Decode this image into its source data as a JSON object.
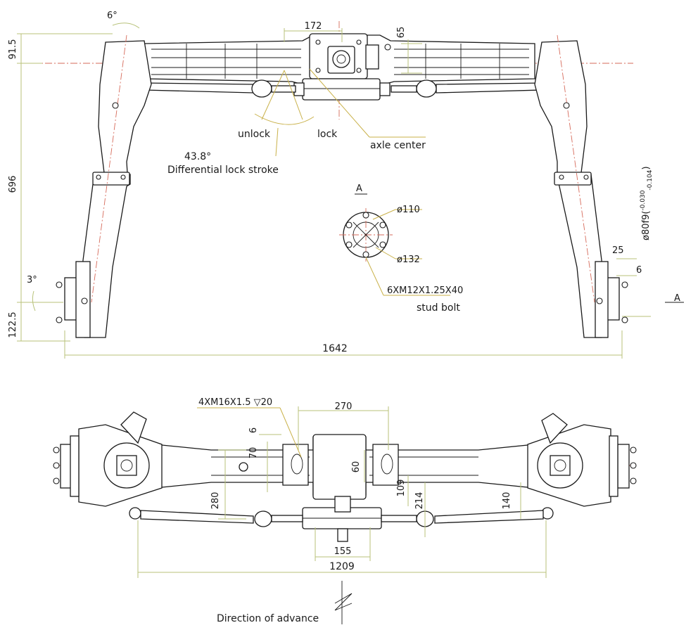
{
  "top_view": {
    "dim_top_width": "172",
    "dim_top_height": "65",
    "dim_left_top": "91.5",
    "dim_left_height": "696",
    "dim_left_bottom": "122.5",
    "dim_track": "1642",
    "angle_top": "6°",
    "angle_bottom": "3°",
    "label_unlock": "unlock",
    "label_lock": "lock",
    "label_axle_center": "axle center",
    "label_stroke_value": "43.8°",
    "label_stroke_text": "Differential lock stroke",
    "dim_hub_fit": "ø80f9(",
    "dim_hub_fit_upper": "-0.030",
    "dim_hub_fit_lower": "-0.104",
    "dim_hub_fit_close": ")",
    "dim_25": "25",
    "dim_6": "6",
    "section_mark": "A"
  },
  "detail_a": {
    "title": "A",
    "dia_inner": "ø110",
    "dia_outer": "ø132",
    "stud_spec": "6XM12X1.25X40",
    "stud_label": "stud bolt"
  },
  "bottom_view": {
    "thread_spec": "4XM16X1.5",
    "thread_depth": "20",
    "dim_270": "270",
    "dim_6": "6",
    "dim_70": "70",
    "dim_60": "60",
    "dim_280": "280",
    "dim_109": "109",
    "dim_214": "214",
    "dim_140": "140",
    "dim_155": "155",
    "dim_1209": "1209",
    "direction_label": "Direction of advance"
  }
}
